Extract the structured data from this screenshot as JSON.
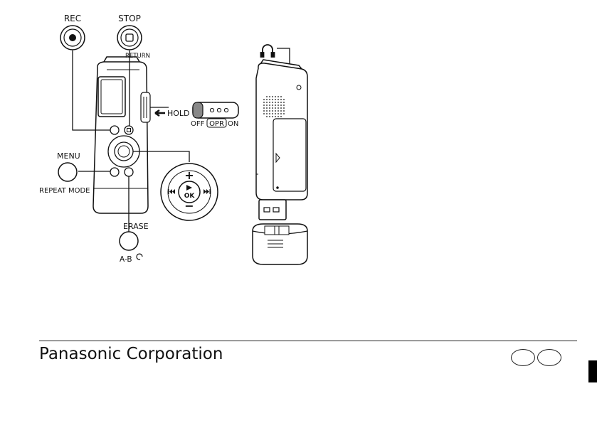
{
  "labels": {
    "rec": "REC",
    "stop": "STOP",
    "return": "RETURN",
    "hold": "HOLD",
    "off": "OFF",
    "opr": "OPR",
    "on": "ON",
    "menu": "MENU",
    "repeat_mode": "REPEAT MODE",
    "erase": "ERASE",
    "ab": "A-B",
    "ok": "OK",
    "plus": "+",
    "minus": "−"
  },
  "footer": {
    "company": "Panasonic Corporation"
  }
}
